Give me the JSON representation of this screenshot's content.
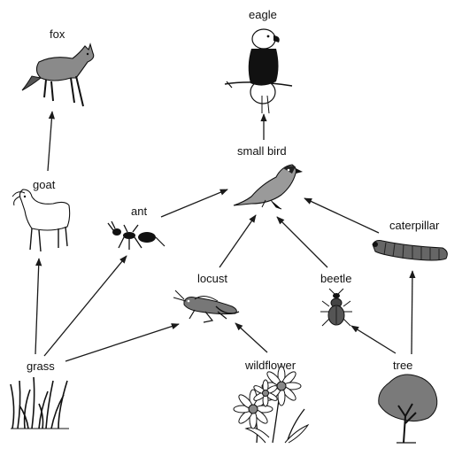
{
  "organisms": {
    "eagle": "eagle",
    "fox": "fox",
    "small_bird": "small bird",
    "goat": "goat",
    "ant": "ant",
    "caterpillar": "caterpillar",
    "locust": "locust",
    "beetle": "beetle",
    "grass": "grass",
    "wildflower": "wildflower",
    "tree": "tree"
  },
  "feeding_links": [
    {
      "from": "grass",
      "to": "goat"
    },
    {
      "from": "goat",
      "to": "fox"
    },
    {
      "from": "grass",
      "to": "ant"
    },
    {
      "from": "grass",
      "to": "locust"
    },
    {
      "from": "ant",
      "to": "small bird"
    },
    {
      "from": "locust",
      "to": "small bird"
    },
    {
      "from": "beetle",
      "to": "small bird"
    },
    {
      "from": "caterpillar",
      "to": "small bird"
    },
    {
      "from": "small bird",
      "to": "eagle"
    },
    {
      "from": "wildflower",
      "to": "locust"
    },
    {
      "from": "tree",
      "to": "beetle"
    },
    {
      "from": "tree",
      "to": "caterpillar"
    }
  ],
  "icons": [
    "eagle-icon",
    "fox-icon",
    "small-bird-icon",
    "goat-icon",
    "ant-icon",
    "caterpillar-icon",
    "locust-icon",
    "beetle-icon",
    "grass-icon",
    "wildflower-icon",
    "tree-icon"
  ]
}
